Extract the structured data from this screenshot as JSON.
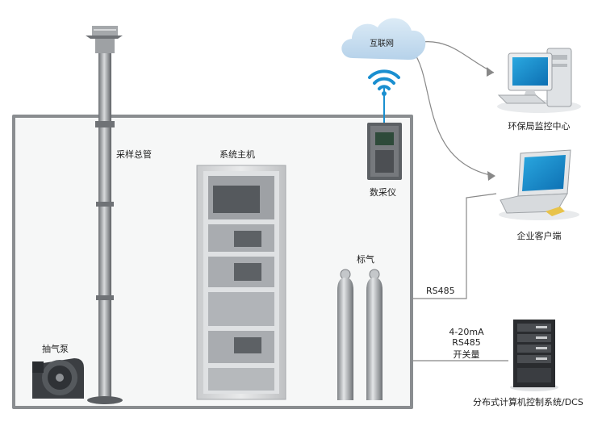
{
  "labels": {
    "internet": "互联网",
    "epa_center": "环保局监控中心",
    "enterprise_client": "企业客户端",
    "data_logger": "数采仪",
    "system_host": "系统主机",
    "sampling_pipe": "采样总管",
    "calibration_gas": "标气",
    "air_pump": "抽气泵",
    "rs485_top": "RS485",
    "signal_4_20ma": "4-20mA",
    "signal_rs485": "RS485",
    "signal_switch": "开关量",
    "dcs": "分布式计算机控制系统/DCS"
  },
  "colors": {
    "cloud": "#c4dcef",
    "wifi": "#1a8fd0",
    "room_border": "#8a8d90",
    "line": "#888888"
  }
}
